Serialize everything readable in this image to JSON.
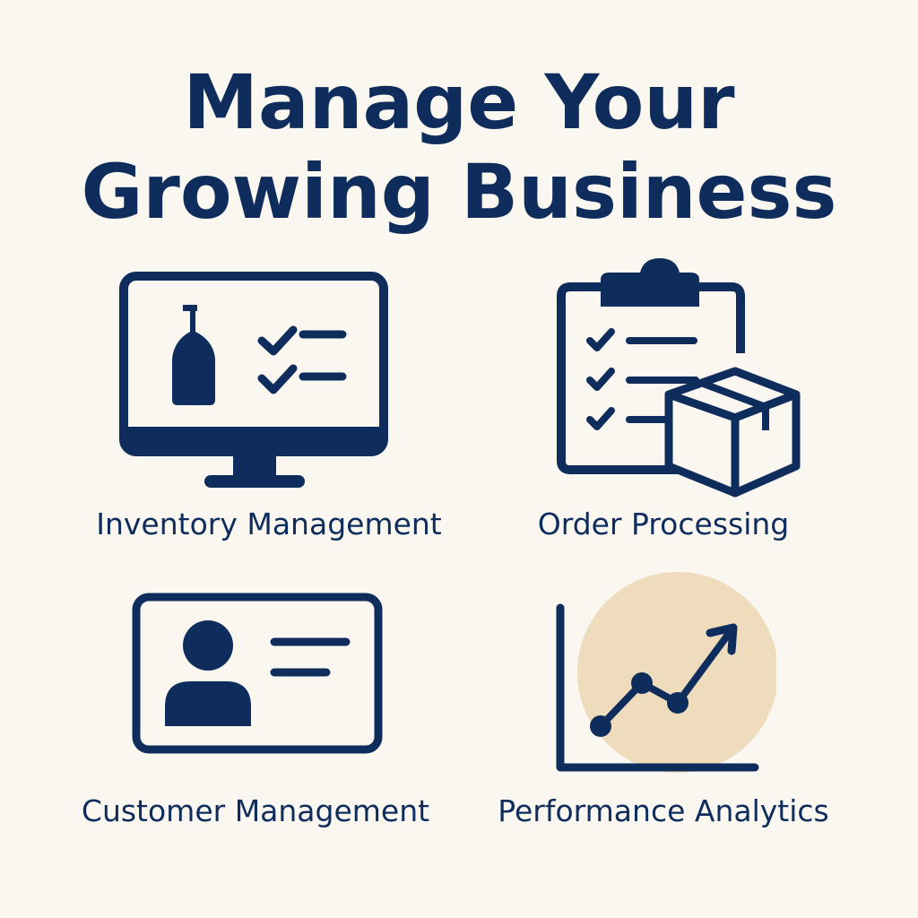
{
  "heading": {
    "line1": "Manage Your",
    "line2": "Growing Business"
  },
  "features": [
    {
      "label": "Inventory Management",
      "icon": "monitor-bottle-checklist-icon"
    },
    {
      "label": "Order Processing",
      "icon": "clipboard-box-icon"
    },
    {
      "label": "Customer Management",
      "icon": "id-card-icon"
    },
    {
      "label": "Performance Analytics",
      "icon": "growth-chart-icon"
    }
  ],
  "colors": {
    "background": "#faf6f0",
    "primary": "#0f2d5c",
    "accent_circle": "#eedcbd"
  }
}
